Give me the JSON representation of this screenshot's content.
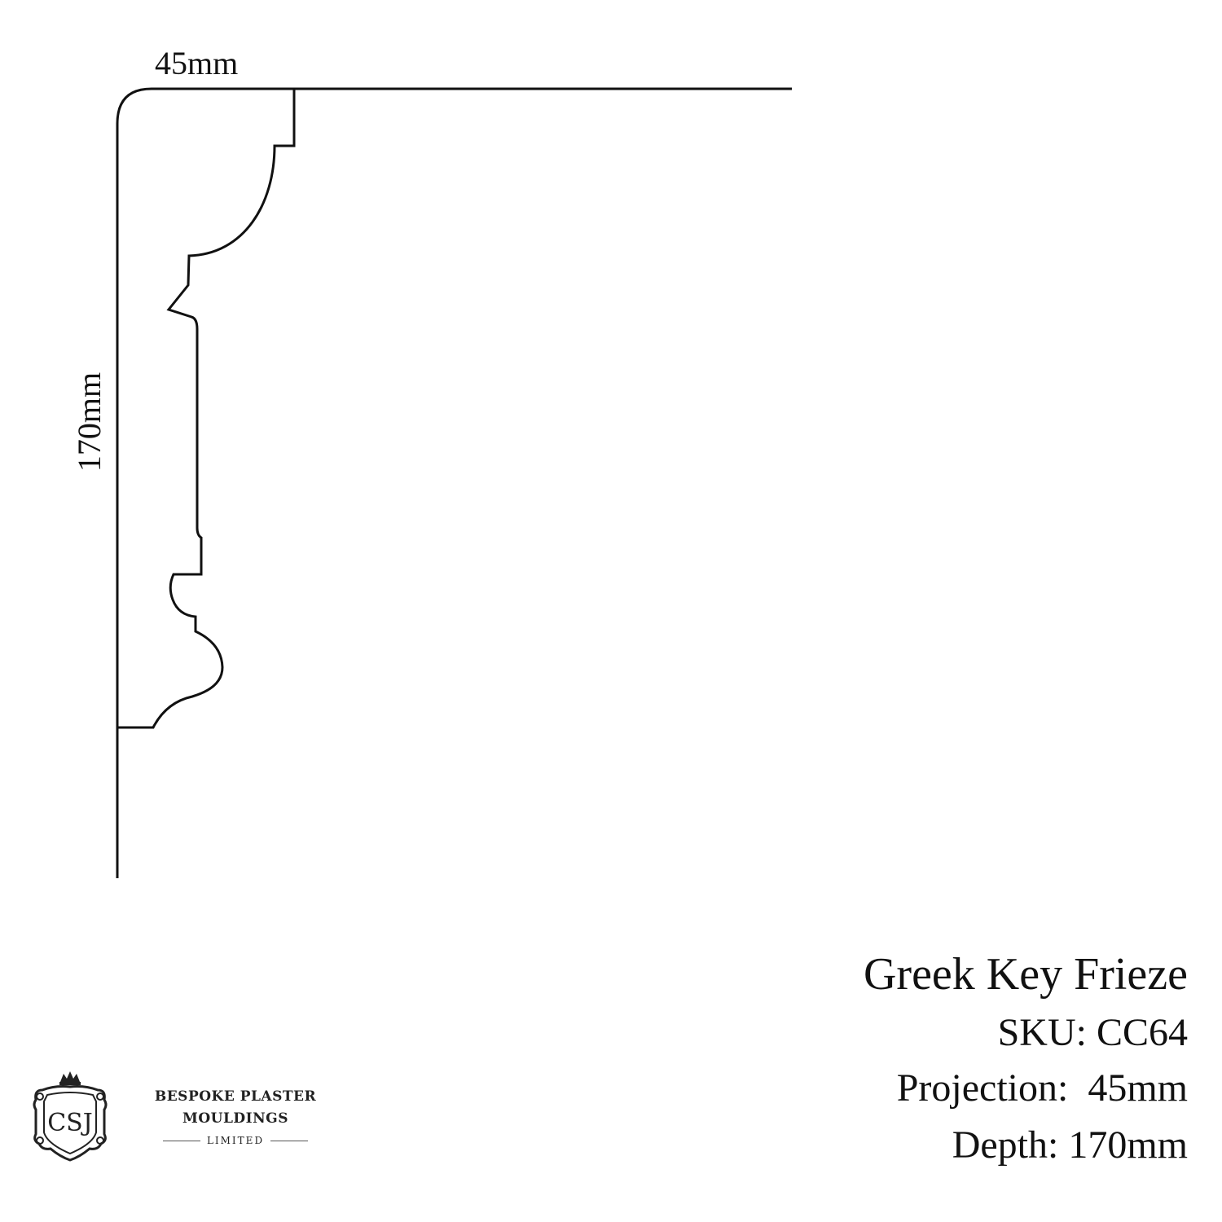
{
  "diagram": {
    "width_label": "45mm",
    "height_label": "170mm"
  },
  "product": {
    "name": "Greek Key Frieze",
    "sku": "SKU: CC64",
    "projection": "Projection:  45mm",
    "depth": "Depth: 170mm"
  },
  "brand": {
    "line1": "BESPOKE PLASTER",
    "line2": "MOULDINGS",
    "line3": "LIMITED",
    "monogram": "CSJ",
    "crest_icon": "crest-icon"
  },
  "colors": {
    "line": "#111111",
    "background": "#ffffff"
  }
}
